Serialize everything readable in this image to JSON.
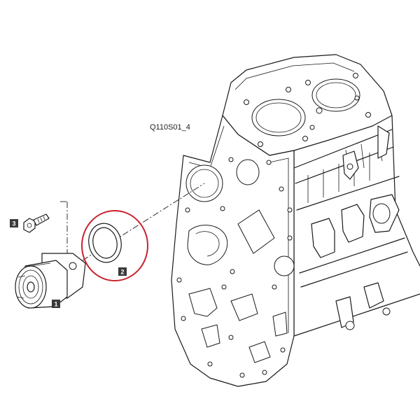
{
  "figure_code": "Q110S01_4",
  "callouts": [
    {
      "label": "1",
      "part": "water-pump"
    },
    {
      "label": "2",
      "part": "gasket"
    },
    {
      "label": "3",
      "part": "bolt"
    }
  ],
  "highlight_color": "#c8232c",
  "badge_color": "#3a3a3a"
}
